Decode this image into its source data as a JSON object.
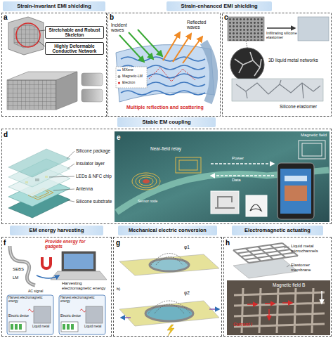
{
  "diagram": {
    "nodes": [
      {
        "text": [
          "Strain-invariant EMI shielding"
        ]
      },
      {
        "text": [
          "Strain-enhanced EMI shielding"
        ]
      },
      {
        "text": [
          "Stable EM coupling"
        ]
      },
      {
        "text": [
          "EM energy harvesting"
        ]
      },
      {
        "text": [
          "Mechanical electric conversion"
        ]
      },
      {
        "text": [
          "Electromagnetic actuating"
        ]
      }
    ],
    "labels": [
      "a",
      "Stretchable and Robust Skeleton",
      "Highly Deformable Conductive Network",
      "b",
      "Incident waves",
      "Reflected waves",
      "MXene",
      "Magnetic-LM",
      "Electron",
      "Multiple reflection and scattering",
      "c",
      "Infiltrating silicone elastomer",
      "3D liquid metal networks",
      "Silicone elastomer",
      "d",
      "Silicone package",
      "Insulator layer",
      "LEDs & NFC chip",
      "Antenna",
      "Silicone substrate",
      "e",
      "Magnetic field",
      "Near-field relay",
      "Power",
      "Data",
      "Sensor node",
      "f",
      "Provide energy for gadgets",
      "SEBS",
      "LM",
      "Harvesting electromagnetic energy",
      "Harvest electromagnetic energy",
      "Harvest electromagnetic energy",
      "Liquid metal",
      "Liquid metal",
      "AC signal",
      "Electric device",
      "Electric device",
      "g",
      "b)",
      "φ1",
      "φ2",
      "h",
      "Liquid metal microchannels",
      "Elastomer membrane",
      "Magnetic field B",
      "Current I"
    ]
  }
}
